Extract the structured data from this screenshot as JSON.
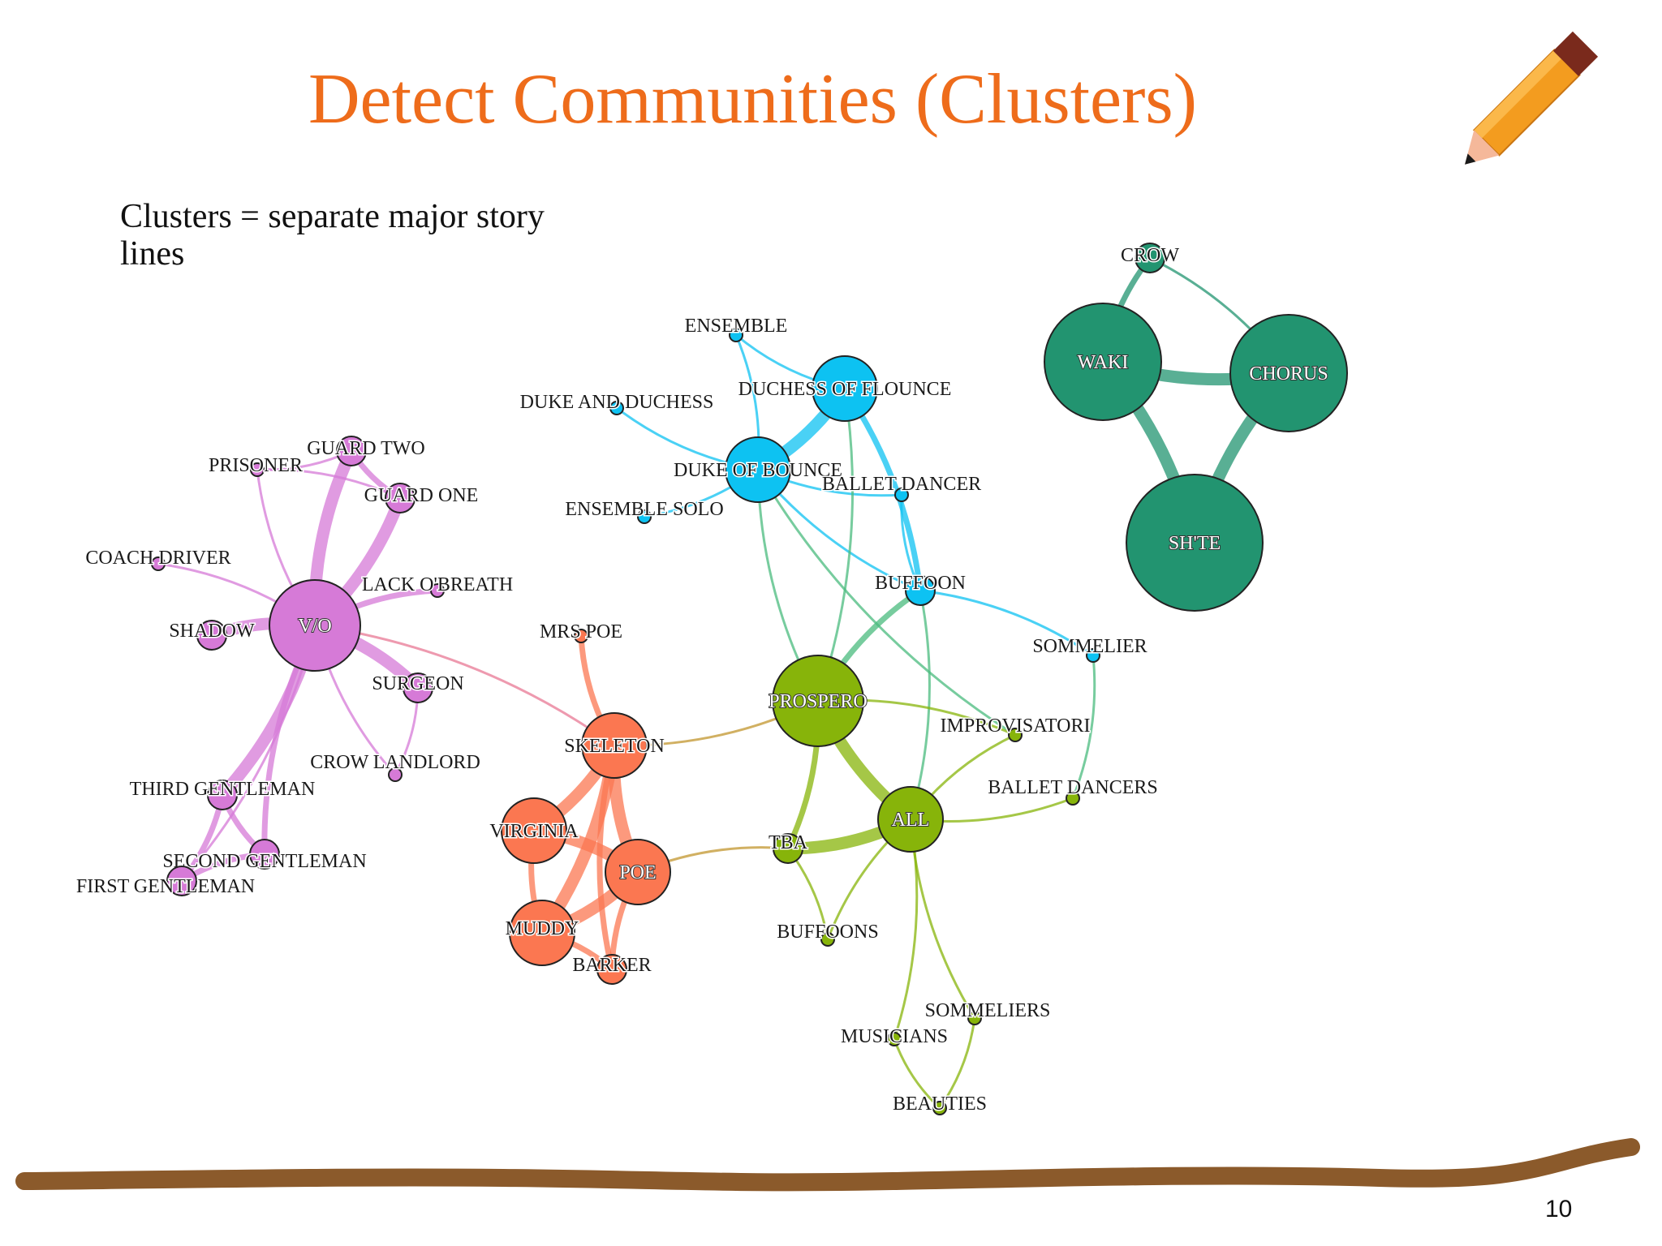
{
  "slide": {
    "title": "Detect Communities (Clusters)",
    "subtitle": "Clusters = separate major story lines",
    "page_number": "10"
  },
  "icons": {
    "pencil": "pencil-icon"
  },
  "colors": {
    "title": "#ee6c1b",
    "purple": "#d67ad7",
    "blue": "#0dc2f2",
    "orange": "#fb7751",
    "green": "#87b40a",
    "teal": "#229470",
    "floor": "#8b5a2b"
  },
  "clusters": [
    {
      "name": "purple",
      "color": "#d67ad7"
    },
    {
      "name": "blue",
      "color": "#0dc2f2"
    },
    {
      "name": "orange",
      "color": "#fb7751"
    },
    {
      "name": "green",
      "color": "#87b40a"
    },
    {
      "name": "teal",
      "color": "#229470"
    }
  ],
  "nodes": [
    {
      "id": "vo",
      "label": "V/O",
      "cluster": "purple",
      "size": "large",
      "inside": true
    },
    {
      "id": "guard_two",
      "label": "GUARD TWO",
      "cluster": "purple",
      "size": "small"
    },
    {
      "id": "prisoner",
      "label": "PRISONER",
      "cluster": "purple",
      "size": "tiny"
    },
    {
      "id": "guard_one",
      "label": "GUARD ONE",
      "cluster": "purple",
      "size": "small"
    },
    {
      "id": "coach_driver",
      "label": "COACH DRIVER",
      "cluster": "purple",
      "size": "tiny"
    },
    {
      "id": "lack_o_breath",
      "label": "LACK O'BREATH",
      "cluster": "purple",
      "size": "tiny"
    },
    {
      "id": "shadow",
      "label": "SHADOW",
      "cluster": "purple",
      "size": "small"
    },
    {
      "id": "surgeon",
      "label": "SURGEON",
      "cluster": "purple",
      "size": "small"
    },
    {
      "id": "crow_landlord",
      "label": "CROW LANDLORD",
      "cluster": "purple",
      "size": "tiny"
    },
    {
      "id": "third_gentleman",
      "label": "THIRD GENTLEMAN",
      "cluster": "purple",
      "size": "small"
    },
    {
      "id": "second_gentleman",
      "label": "SECOND GENTLEMAN",
      "cluster": "purple",
      "size": "small"
    },
    {
      "id": "first_gentleman",
      "label": "FIRST GENTLEMAN",
      "cluster": "purple",
      "size": "small"
    },
    {
      "id": "ensemble",
      "label": "ENSEMBLE",
      "cluster": "blue",
      "size": "tiny"
    },
    {
      "id": "duchess_of_flounce",
      "label": "DUCHESS OF FLOUNCE",
      "cluster": "blue",
      "size": "medium"
    },
    {
      "id": "duke_and_duchess",
      "label": "DUKE AND DUCHESS",
      "cluster": "blue",
      "size": "tiny"
    },
    {
      "id": "duke_of_bounce",
      "label": "DUKE OF BOUNCE",
      "cluster": "blue",
      "size": "medium"
    },
    {
      "id": "ballet_dancer",
      "label": "BALLET DANCER",
      "cluster": "blue",
      "size": "tiny"
    },
    {
      "id": "ensemble_solo",
      "label": "ENSEMBLE SOLO",
      "cluster": "blue",
      "size": "tiny"
    },
    {
      "id": "buffoon",
      "label": "BUFFOON",
      "cluster": "blue",
      "size": "small"
    },
    {
      "id": "sommelier",
      "label": "SOMMELIER",
      "cluster": "blue",
      "size": "tiny"
    },
    {
      "id": "mrs_poe",
      "label": "MRS POE",
      "cluster": "orange",
      "size": "tiny"
    },
    {
      "id": "skeleton",
      "label": "SKELETON",
      "cluster": "orange",
      "size": "medium"
    },
    {
      "id": "virginia",
      "label": "VIRGINIA",
      "cluster": "orange",
      "size": "medium"
    },
    {
      "id": "poe",
      "label": "POE",
      "cluster": "orange",
      "size": "medium",
      "inside": true
    },
    {
      "id": "muddy",
      "label": "MUDDY",
      "cluster": "orange",
      "size": "medium"
    },
    {
      "id": "barker",
      "label": "BARKER",
      "cluster": "orange",
      "size": "small"
    },
    {
      "id": "prospero",
      "label": "PROSPERO",
      "cluster": "green",
      "size": "large",
      "inside": true
    },
    {
      "id": "improvisatori",
      "label": "IMPROVISATORI",
      "cluster": "green",
      "size": "tiny"
    },
    {
      "id": "ballet_dancers",
      "label": "BALLET DANCERS",
      "cluster": "green",
      "size": "tiny"
    },
    {
      "id": "all",
      "label": "ALL",
      "cluster": "green",
      "size": "medium",
      "inside": true
    },
    {
      "id": "tba",
      "label": "TBA",
      "cluster": "green",
      "size": "small"
    },
    {
      "id": "buffoons",
      "label": "BUFFOONS",
      "cluster": "green",
      "size": "tiny"
    },
    {
      "id": "sommeliers",
      "label": "SOMMELIERS",
      "cluster": "green",
      "size": "tiny"
    },
    {
      "id": "musicians",
      "label": "MUSICIANS",
      "cluster": "green",
      "size": "tiny"
    },
    {
      "id": "beauties",
      "label": "BEAUTIES",
      "cluster": "green",
      "size": "tiny"
    },
    {
      "id": "crow",
      "label": "CROW",
      "cluster": "teal",
      "size": "small"
    },
    {
      "id": "waki",
      "label": "WAKI",
      "cluster": "teal",
      "size": "huge",
      "inside": true
    },
    {
      "id": "chorus",
      "label": "CHORUS",
      "cluster": "teal",
      "size": "huge",
      "inside": true
    },
    {
      "id": "shite",
      "label": "SH'TE",
      "cluster": "teal",
      "size": "huge",
      "inside": true
    }
  ],
  "edges": [
    {
      "from": "vo",
      "to": "guard_two",
      "weight": "heavy"
    },
    {
      "from": "vo",
      "to": "guard_one",
      "weight": "heavy"
    },
    {
      "from": "vo",
      "to": "prisoner",
      "weight": "light"
    },
    {
      "from": "vo",
      "to": "coach_driver",
      "weight": "light"
    },
    {
      "from": "vo",
      "to": "lack_o_breath",
      "weight": "medium"
    },
    {
      "from": "vo",
      "to": "shadow",
      "weight": "heavy"
    },
    {
      "from": "vo",
      "to": "surgeon",
      "weight": "heavy"
    },
    {
      "from": "vo",
      "to": "crow_landlord",
      "weight": "light"
    },
    {
      "from": "vo",
      "to": "third_gentleman",
      "weight": "heavy"
    },
    {
      "from": "vo",
      "to": "second_gentleman",
      "weight": "medium"
    },
    {
      "from": "vo",
      "to": "first_gentleman",
      "weight": "light"
    },
    {
      "from": "prisoner",
      "to": "guard_two",
      "weight": "light"
    },
    {
      "from": "prisoner",
      "to": "guard_one",
      "weight": "light"
    },
    {
      "from": "guard_two",
      "to": "guard_one",
      "weight": "medium"
    },
    {
      "from": "surgeon",
      "to": "crow_landlord",
      "weight": "light"
    },
    {
      "from": "third_gentleman",
      "to": "second_gentleman",
      "weight": "medium"
    },
    {
      "from": "third_gentleman",
      "to": "first_gentleman",
      "weight": "medium"
    },
    {
      "from": "second_gentleman",
      "to": "first_gentleman",
      "weight": "medium"
    },
    {
      "from": "vo",
      "to": "skeleton",
      "weight": "light"
    },
    {
      "from": "ensemble",
      "to": "duchess_of_flounce",
      "weight": "light"
    },
    {
      "from": "ensemble",
      "to": "duke_of_bounce",
      "weight": "light"
    },
    {
      "from": "duke_and_duchess",
      "to": "duke_of_bounce",
      "weight": "light"
    },
    {
      "from": "duchess_of_flounce",
      "to": "duke_of_bounce",
      "weight": "heavy"
    },
    {
      "from": "duke_of_bounce",
      "to": "ballet_dancer",
      "weight": "light"
    },
    {
      "from": "duke_of_bounce",
      "to": "ensemble_solo",
      "weight": "light"
    },
    {
      "from": "duke_of_bounce",
      "to": "buffoon",
      "weight": "light"
    },
    {
      "from": "duchess_of_flounce",
      "to": "buffoon",
      "weight": "medium"
    },
    {
      "from": "ballet_dancer",
      "to": "buffoon",
      "weight": "light"
    },
    {
      "from": "buffoon",
      "to": "sommelier",
      "weight": "light"
    },
    {
      "from": "duke_of_bounce",
      "to": "prospero",
      "weight": "light"
    },
    {
      "from": "duchess_of_flounce",
      "to": "prospero",
      "weight": "light"
    },
    {
      "from": "buffoon",
      "to": "prospero",
      "weight": "medium"
    },
    {
      "from": "buffoon",
      "to": "all",
      "weight": "light"
    },
    {
      "from": "duke_of_bounce",
      "to": "improvisatori",
      "weight": "light"
    },
    {
      "from": "sommelier",
      "to": "ballet_dancers",
      "weight": "light"
    },
    {
      "from": "mrs_poe",
      "to": "skeleton",
      "weight": "medium"
    },
    {
      "from": "skeleton",
      "to": "virginia",
      "weight": "heavy"
    },
    {
      "from": "skeleton",
      "to": "poe",
      "weight": "heavy"
    },
    {
      "from": "skeleton",
      "to": "muddy",
      "weight": "heavy"
    },
    {
      "from": "skeleton",
      "to": "barker",
      "weight": "medium"
    },
    {
      "from": "virginia",
      "to": "poe",
      "weight": "heavy"
    },
    {
      "from": "virginia",
      "to": "muddy",
      "weight": "medium"
    },
    {
      "from": "poe",
      "to": "muddy",
      "weight": "heavy"
    },
    {
      "from": "poe",
      "to": "barker",
      "weight": "medium"
    },
    {
      "from": "muddy",
      "to": "barker",
      "weight": "medium"
    },
    {
      "from": "skeleton",
      "to": "prospero",
      "weight": "light"
    },
    {
      "from": "poe",
      "to": "tba",
      "weight": "light"
    },
    {
      "from": "prospero",
      "to": "all",
      "weight": "heavy"
    },
    {
      "from": "prospero",
      "to": "tba",
      "weight": "medium"
    },
    {
      "from": "tba",
      "to": "all",
      "weight": "heavy"
    },
    {
      "from": "all",
      "to": "improvisatori",
      "weight": "light"
    },
    {
      "from": "all",
      "to": "ballet_dancers",
      "weight": "light"
    },
    {
      "from": "prospero",
      "to": "improvisatori",
      "weight": "light"
    },
    {
      "from": "all",
      "to": "buffoons",
      "weight": "light"
    },
    {
      "from": "tba",
      "to": "buffoons",
      "weight": "light"
    },
    {
      "from": "all",
      "to": "sommeliers",
      "weight": "light"
    },
    {
      "from": "all",
      "to": "musicians",
      "weight": "light"
    },
    {
      "from": "musicians",
      "to": "beauties",
      "weight": "light"
    },
    {
      "from": "sommeliers",
      "to": "beauties",
      "weight": "light"
    },
    {
      "from": "crow",
      "to": "waki",
      "weight": "medium"
    },
    {
      "from": "crow",
      "to": "chorus",
      "weight": "light"
    },
    {
      "from": "waki",
      "to": "chorus",
      "weight": "heavy"
    },
    {
      "from": "waki",
      "to": "shite",
      "weight": "heavy"
    },
    {
      "from": "chorus",
      "to": "shite",
      "weight": "heavy"
    }
  ]
}
